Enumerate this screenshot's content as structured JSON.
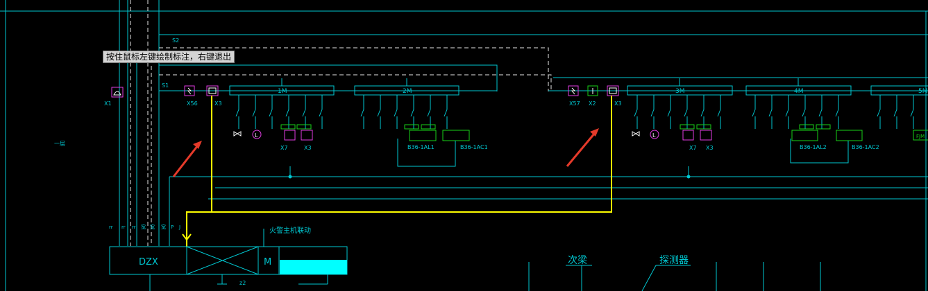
{
  "tooltip": "按住鼠标左键绘制标注，右键退出",
  "colors": {
    "background": "#000000",
    "wire": "#00c8d2",
    "dash": "#e6e6e6",
    "highlight": "#ffff00",
    "magenta": "#e23de2",
    "green": "#19d219",
    "arrow": "#e53a2a",
    "fill": "#00ffff"
  },
  "labels": {
    "s2": "S2",
    "s1": "S1",
    "x56": "X56",
    "x57": "X57",
    "x3a": "X3",
    "x3b": "X3",
    "x2": "X2",
    "x1": "X1",
    "m1": "1M",
    "m2": "2M",
    "m3": "3M",
    "m4": "4M",
    "m5": "5M",
    "b36_ac1": "B36-1AC1",
    "b36_al1": "B36-1AL1",
    "b36_al2": "B36-1AL2",
    "b36_ac2": "B36-1AC2",
    "x7a": "X7",
    "x7b": "X7",
    "x3c": "X3",
    "x3d": "X3",
    "fjm": "FJM",
    "dzx": "DZX",
    "m": "M",
    "z2": "z2",
    "fire_pump": "火警主机联动",
    "bridge": "次梁",
    "detector": "探测器"
  },
  "icons": [
    "fuse-icon",
    "speaker-icon",
    "thermo-icon",
    "valve-icon",
    "lamp-icon",
    "arrow-icon"
  ]
}
